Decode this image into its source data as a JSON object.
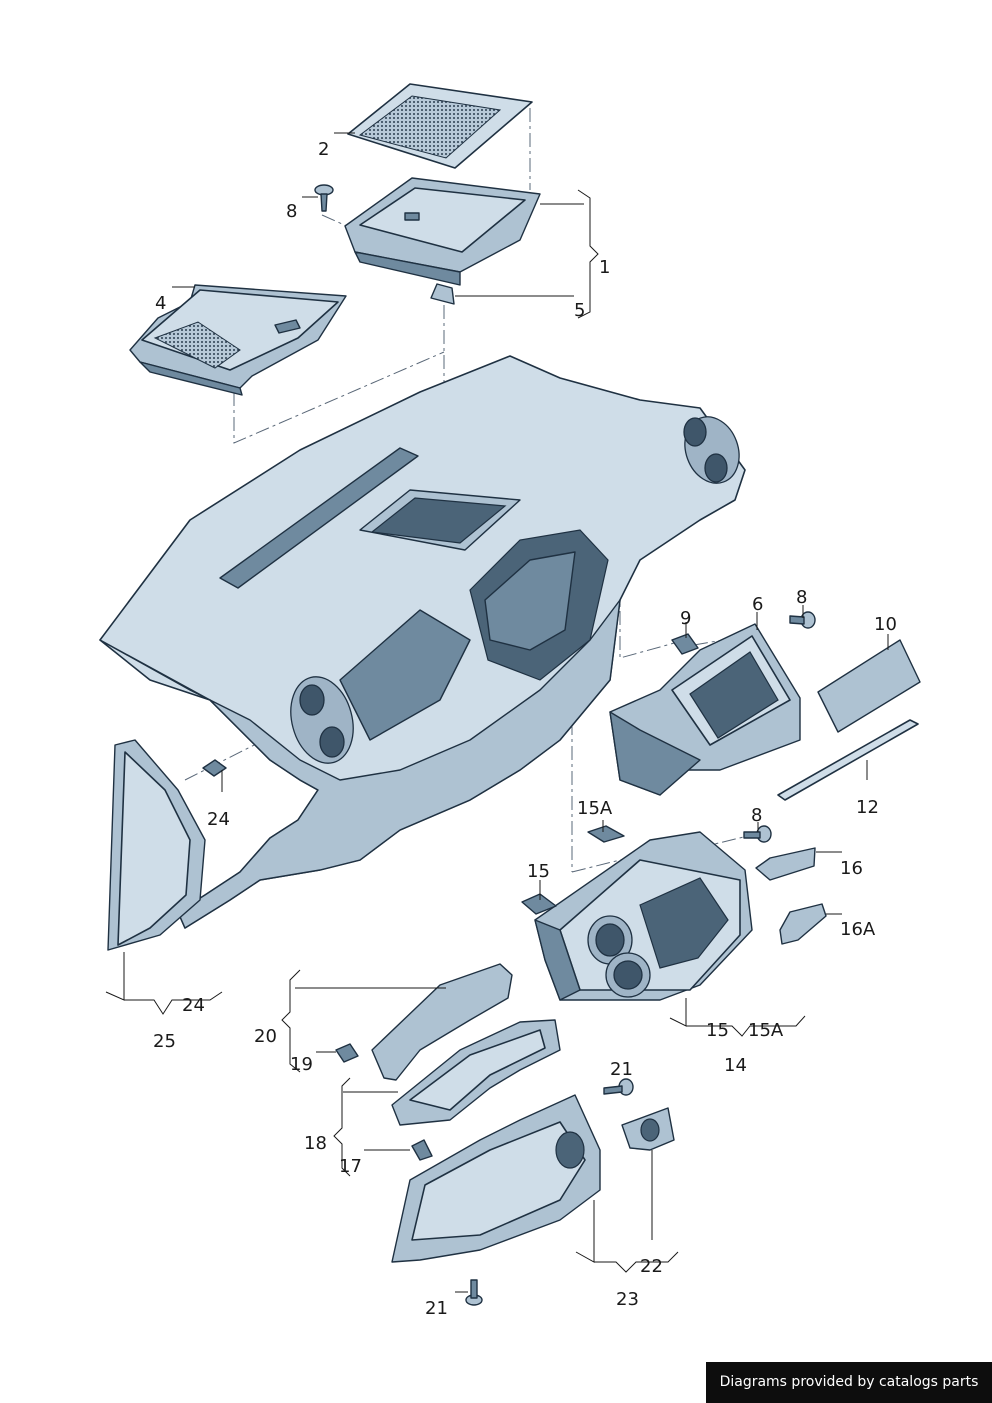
{
  "callouts": {
    "c1": "1",
    "c2": "2",
    "c4": "4",
    "c5": "5",
    "c6": "6",
    "c8a": "8",
    "c8b": "8",
    "c8c": "8",
    "c9": "9",
    "c10": "10",
    "c12": "12",
    "c14": "14",
    "c15": "15",
    "c15a": "15A",
    "c15b": "15",
    "c15ab": "15A",
    "c16": "16",
    "c16a": "16A",
    "c17": "17",
    "c18": "18",
    "c19": "19",
    "c20": "20",
    "c21a": "21",
    "c21b": "21",
    "c22": "22",
    "c23": "23",
    "c24a": "24",
    "c24b": "24",
    "c25": "25"
  },
  "credit": "Diagrams provided by catalogs parts",
  "colors": {
    "part_fill": "#cfdde8",
    "part_outline": "#1f3142",
    "credit_bg": "#0d0d0d"
  }
}
